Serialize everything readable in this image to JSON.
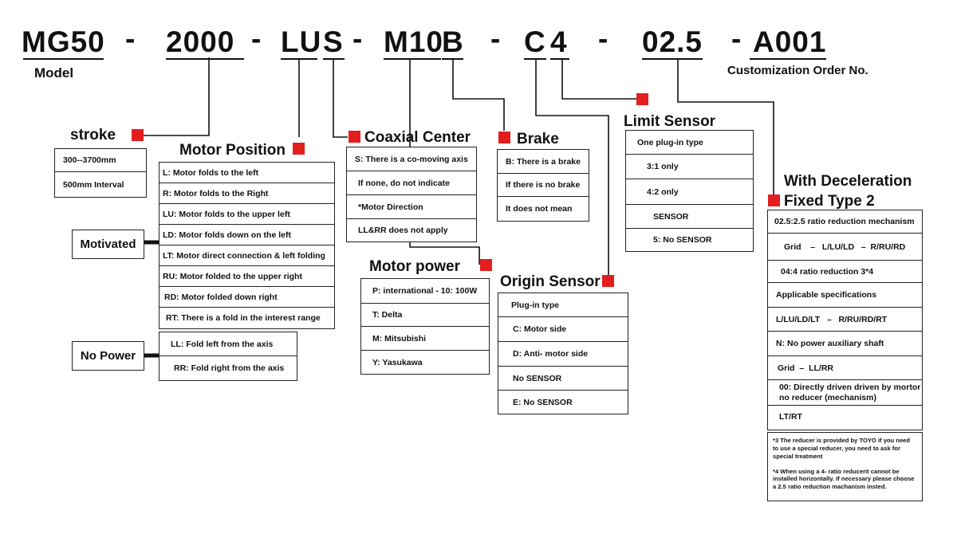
{
  "code": {
    "model": "MG50",
    "stroke": "2000",
    "motor_position": "LU",
    "coaxial": "S",
    "motor_power": "M10",
    "brake": "B",
    "origin_sensor": "C",
    "limit_sensor": "4",
    "deceleration": "02.5",
    "order_no": "A001",
    "dash": "-"
  },
  "labels": {
    "model": "Model",
    "customization": "Customization Order No."
  },
  "stroke": {
    "title": "stroke",
    "rows": [
      "300--3700mm",
      "500mm  Interval"
    ]
  },
  "motor_position": {
    "title": "Motor Position",
    "motivated_label": "Motivated",
    "no_power_label": "No Power",
    "rows": [
      "L: Motor folds to the left",
      "R: Motor folds to the Right",
      "LU: Motor folds to the upper left",
      "LD: Motor folds down on the left",
      "LT: Motor direct connection & left folding",
      "RU: Motor folded to the upper right",
      "RD: Motor folded down right",
      "RT: There is a fold in the interest range"
    ],
    "no_power_rows": [
      "LL: Fold left from the axis",
      "RR: Fold right from the axis"
    ]
  },
  "coaxial": {
    "title": "Coaxial Center",
    "rows": [
      "S: There is a co-moving axis",
      "If none, do not indicate",
      "*Motor Direction",
      "LL&RR does not apply"
    ]
  },
  "brake": {
    "title": "Brake",
    "rows": [
      "B: There is a brake",
      "If there is no brake",
      "It does not mean"
    ]
  },
  "motor_power": {
    "title": "Motor power",
    "rows": [
      "P: international - 10: 100W",
      "T: Delta",
      "M: Mitsubishi",
      "Y: Yasukawa"
    ]
  },
  "origin_sensor": {
    "title": "Origin Sensor",
    "rows": [
      "Plug-in type",
      "C: Motor side",
      "D: Anti- motor side",
      "No SENSOR",
      "E: No SENSOR"
    ]
  },
  "limit_sensor": {
    "title": "Limit Sensor",
    "rows": [
      "One plug-in type",
      "3:1 only",
      "4:2 only",
      "SENSOR",
      "5: No SENSOR"
    ]
  },
  "deceleration": {
    "title_line1": "With Deceleration",
    "title_line2": "Fixed Type 2",
    "rows": [
      "02.5:2.5 ratio reduction mechanism",
      "Grid    –   L/LU/LD   –  R/RU/RD",
      "04:4 ratio reduction  3*4",
      "Applicable specifications",
      "L/LU/LD/LT   –   R/RU/RD/RT",
      "N: No power auxiliary shaft",
      "Grid  –  LL/RR",
      "00: Directly driven driven by mortor no reducer (mechanism)",
      "LT/RT"
    ],
    "notes": [
      "*3 The reducer is provided by TOYO if you need to use a special reducer, you need to ask for special treatment",
      "*4 When using a 4- ratio reducerit cannot be installed horizontally. If necessary please choose a 2.5 ratio reduction machanism insted."
    ]
  },
  "colors": {
    "marker": "#e41e1e",
    "line": "#111111"
  }
}
